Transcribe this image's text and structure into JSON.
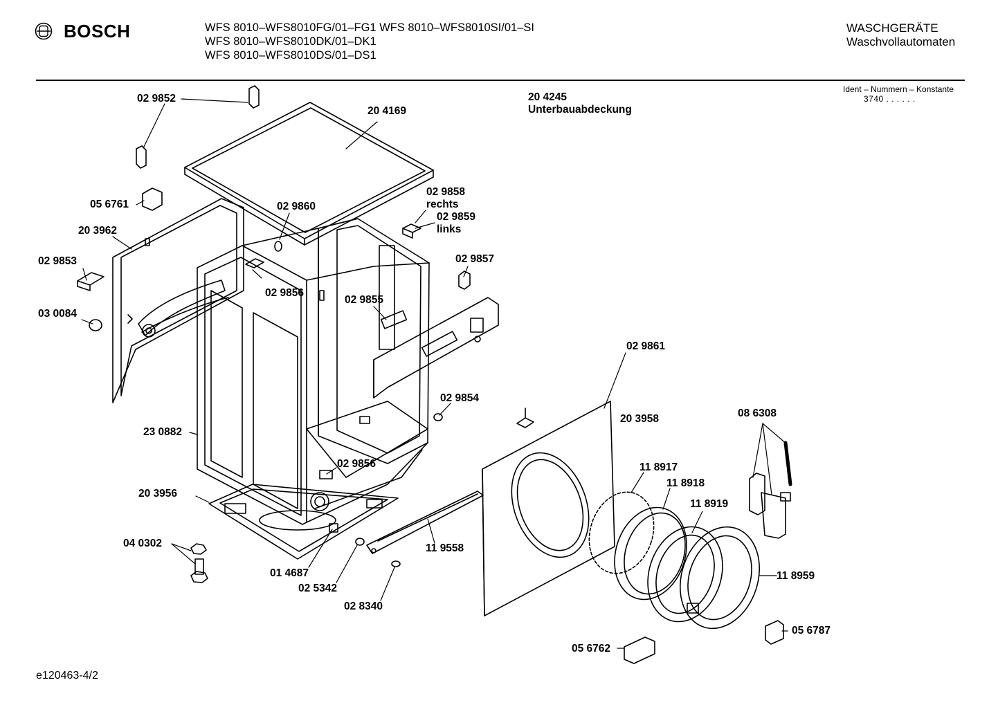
{
  "header": {
    "brand": "BOSCH",
    "models": [
      "WFS 8010–WFS8010FG/01–FG1  WFS 8010–WFS8010SI/01–SI",
      "WFS 8010–WFS8010DK/01–DK1",
      "WFS 8010–WFS8010DS/01–DS1"
    ],
    "category": "WASCHGERÄTE",
    "subcategory": "Waschvollautomaten"
  },
  "ident": {
    "label": "Ident – Nummern – Konstante",
    "value": "3740  . .     . . . ."
  },
  "group": {
    "number": "20 4245",
    "name": "Unterbauabdeckung"
  },
  "parts": [
    {
      "num": "02 9852"
    },
    {
      "num": "20 4169"
    },
    {
      "num": "05 6761"
    },
    {
      "num": "02 9860"
    },
    {
      "num": "02 9858",
      "note": "rechts"
    },
    {
      "num": "02 9859",
      "note": "links"
    },
    {
      "num": "20 3962"
    },
    {
      "num": "02 9853"
    },
    {
      "num": "02 9856"
    },
    {
      "num": "02 9857"
    },
    {
      "num": "02 9855"
    },
    {
      "num": "03 0084"
    },
    {
      "num": "02 9861"
    },
    {
      "num": "02 9854"
    },
    {
      "num": "20 3958"
    },
    {
      "num": "08 6308"
    },
    {
      "num": "23 0882"
    },
    {
      "num": "02 9856"
    },
    {
      "num": "11 8917"
    },
    {
      "num": "11 8918"
    },
    {
      "num": "20 3956"
    },
    {
      "num": "11 8919"
    },
    {
      "num": "04 0302"
    },
    {
      "num": "11 9558"
    },
    {
      "num": "01 4687"
    },
    {
      "num": "11 8959"
    },
    {
      "num": "02 5342"
    },
    {
      "num": "02 8340"
    },
    {
      "num": "05 6787"
    },
    {
      "num": "05 6762"
    }
  ],
  "footer": {
    "doc_id": "e120463-4/2"
  }
}
